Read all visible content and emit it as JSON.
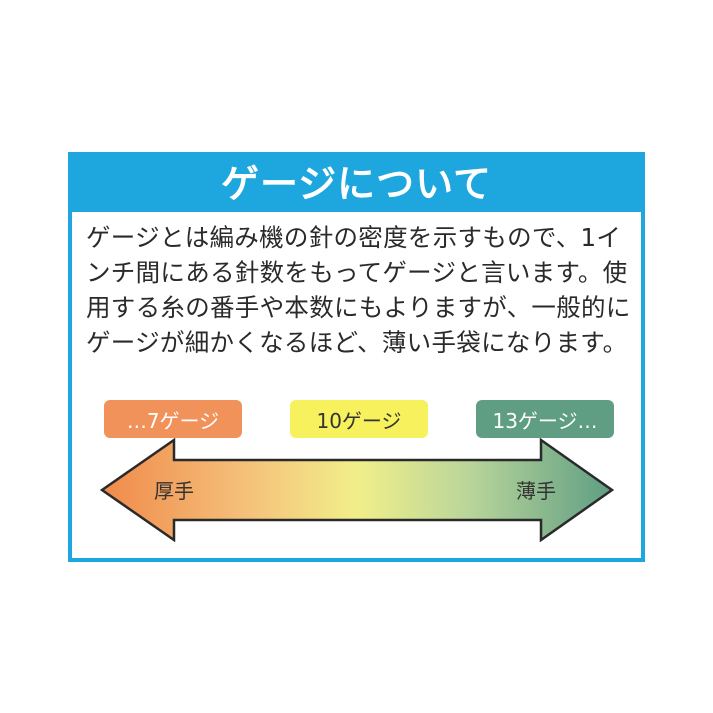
{
  "panel": {
    "title": "ゲージについて",
    "body": "ゲージとは編み機の針の密度を示すもので、1インチ間にある針数をもってゲージと言います。使用する糸の番手や本数にもよりますが、一般的にゲージが細かくなるほど、薄い手袋になります。"
  },
  "gauges": {
    "low": "…7ゲージ",
    "mid": "10ゲージ",
    "high": "13ゲージ…"
  },
  "arrow": {
    "left_label": "厚手",
    "right_label": "薄手"
  },
  "colors": {
    "header": "#1ea7df",
    "gauge_low": "#f0925a",
    "gauge_mid": "#f6f15c",
    "gauge_high": "#5f9e83"
  }
}
